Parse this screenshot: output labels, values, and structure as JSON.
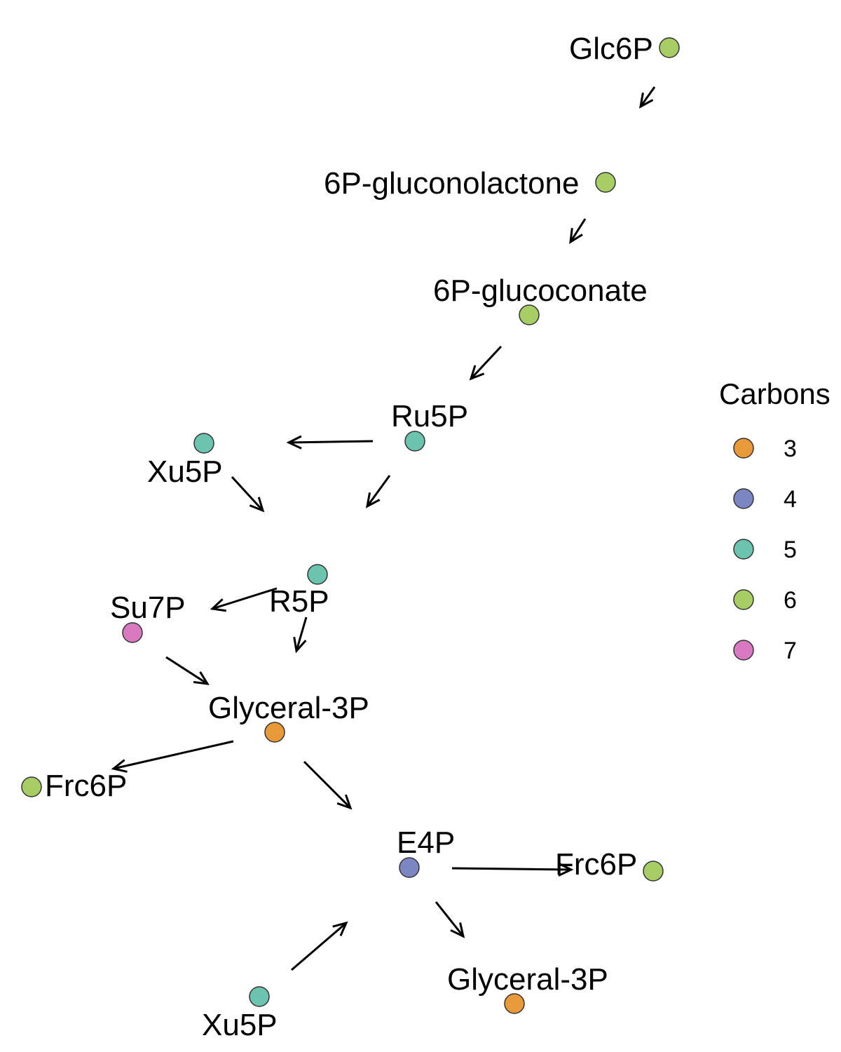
{
  "nodes": [
    {
      "id": "glc6p",
      "label": "Glc6P",
      "carbons": 6
    },
    {
      "id": "6pgl",
      "label": "6P-gluconolactone",
      "carbons": 6
    },
    {
      "id": "6pgc",
      "label": "6P-glucoconate",
      "carbons": 6
    },
    {
      "id": "ru5p",
      "label": "Ru5P",
      "carbons": 5
    },
    {
      "id": "xu5p-1",
      "label": "Xu5P",
      "carbons": 5
    },
    {
      "id": "r5p",
      "label": "R5P",
      "carbons": 5
    },
    {
      "id": "su7p",
      "label": "Su7P",
      "carbons": 7
    },
    {
      "id": "g3p-1",
      "label": "Glyceral-3P",
      "carbons": 3
    },
    {
      "id": "frc6p-1",
      "label": "Frc6P",
      "carbons": 6
    },
    {
      "id": "e4p",
      "label": "E4P",
      "carbons": 4
    },
    {
      "id": "frc6p-2",
      "label": "Frc6P",
      "carbons": 6
    },
    {
      "id": "g3p-2",
      "label": "Glyceral-3P",
      "carbons": 3
    },
    {
      "id": "xu5p-2",
      "label": "Xu5P",
      "carbons": 5
    }
  ],
  "edges": [
    {
      "from": "glc6p",
      "to": "6pgl"
    },
    {
      "from": "6pgl",
      "to": "6pgc"
    },
    {
      "from": "6pgc",
      "to": "ru5p"
    },
    {
      "from": "ru5p",
      "to": "xu5p-1"
    },
    {
      "from": "ru5p",
      "to": "r5p"
    },
    {
      "from": "xu5p-1",
      "to": "r5p"
    },
    {
      "from": "r5p",
      "to": "su7p"
    },
    {
      "from": "r5p",
      "to": "g3p-1"
    },
    {
      "from": "su7p",
      "to": "g3p-1"
    },
    {
      "from": "g3p-1",
      "to": "frc6p-1"
    },
    {
      "from": "g3p-1",
      "to": "e4p"
    },
    {
      "from": "e4p",
      "to": "frc6p-2"
    },
    {
      "from": "e4p",
      "to": "g3p-2"
    },
    {
      "from": "xu5p-2",
      "to": "e4p"
    }
  ],
  "legend": {
    "title": "Carbons",
    "items": [
      {
        "label": "3",
        "color": "#E8993A"
      },
      {
        "label": "4",
        "color": "#7B86C2"
      },
      {
        "label": "5",
        "color": "#6CC4AE"
      },
      {
        "label": "6",
        "color": "#A6CE64"
      },
      {
        "label": "7",
        "color": "#D97AC0"
      }
    ]
  }
}
